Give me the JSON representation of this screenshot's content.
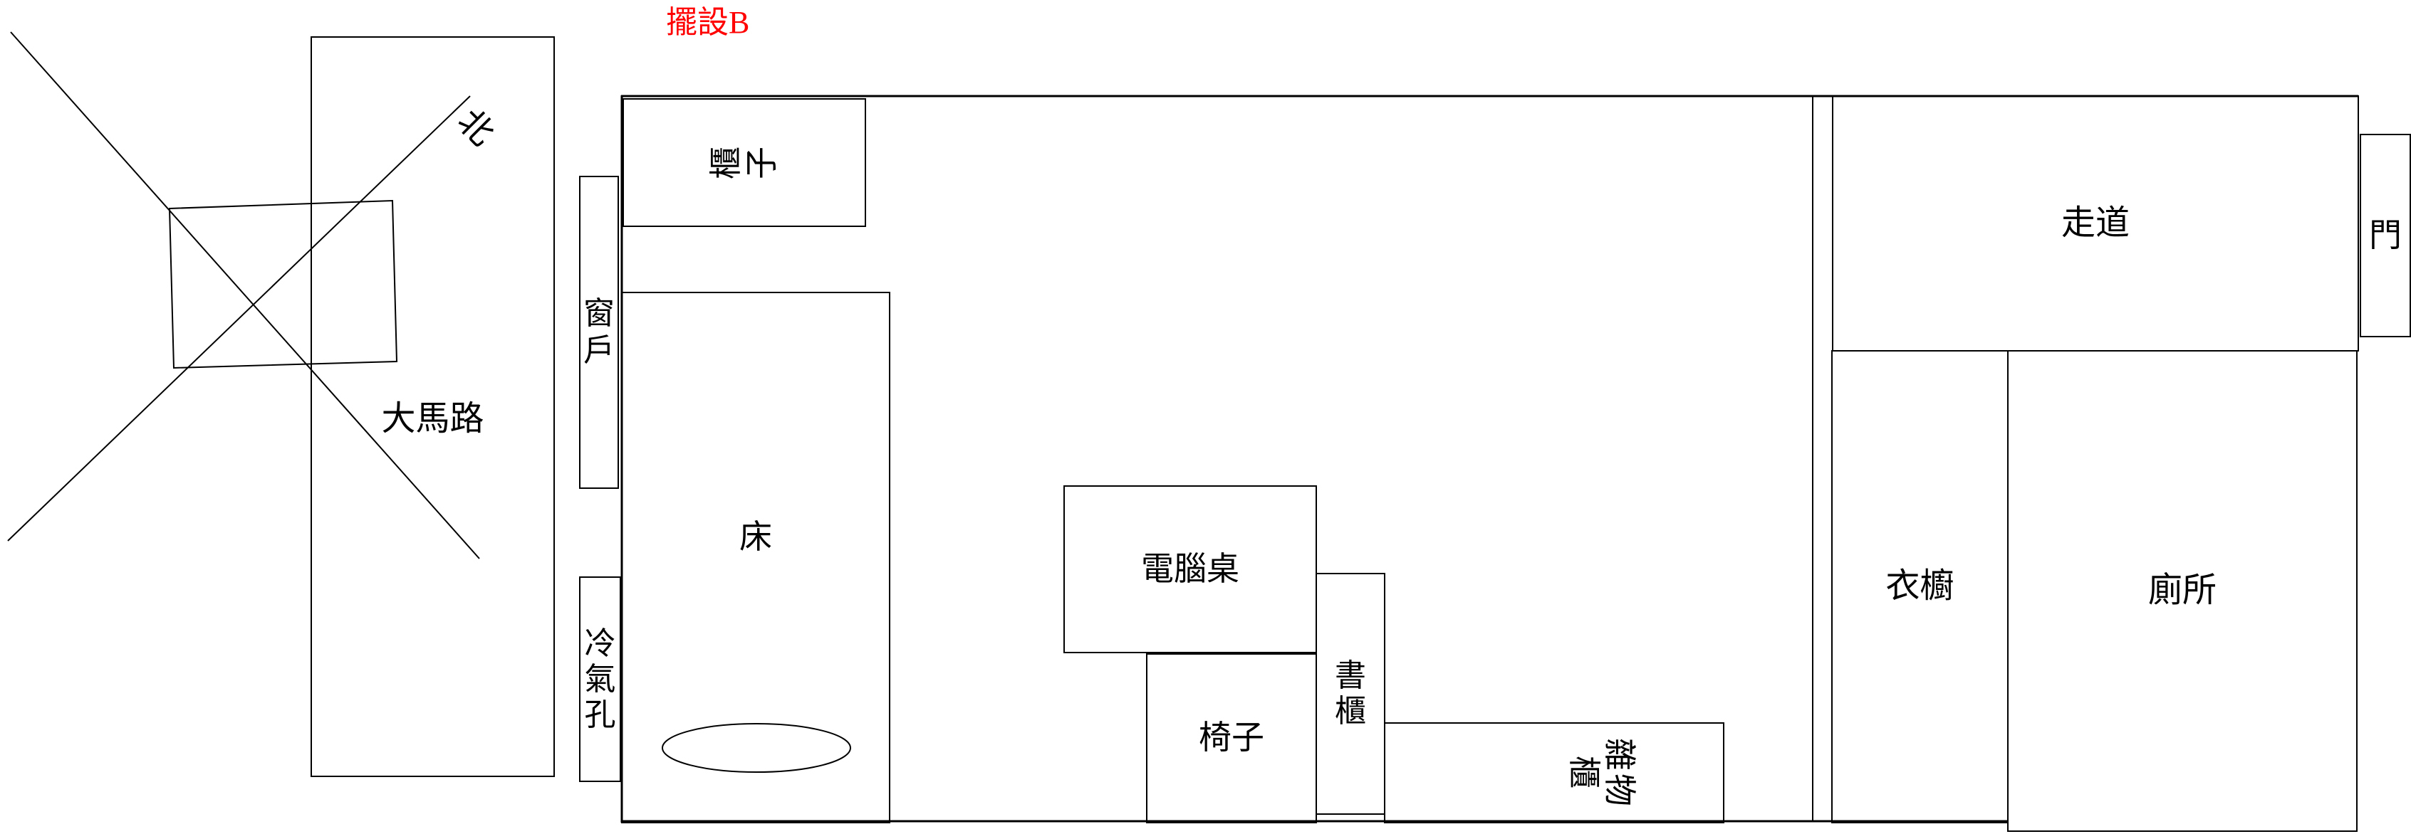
{
  "title_label": "擺設B",
  "colors": {
    "accent_red": "#FF0000",
    "line": "#000000",
    "background": "#FFFFFF"
  },
  "compass": {
    "north_label": "北"
  },
  "road": {
    "label": "大馬路"
  },
  "room": {
    "cabinet": {
      "chars": [
        "櫃",
        "子"
      ]
    },
    "window": {
      "chars": [
        "窗",
        "戶"
      ]
    },
    "ac_vent": {
      "chars": [
        "冷",
        "氣",
        "孔"
      ]
    },
    "bed": {
      "label": "床"
    },
    "desk": {
      "label": "電腦桌"
    },
    "chair": {
      "label": "椅子"
    },
    "bookcase": {
      "chars": [
        "書",
        "櫃"
      ]
    },
    "storage": {
      "chars": [
        "雜",
        "物",
        "櫃"
      ]
    },
    "walkway": {
      "label": "走道"
    },
    "door": {
      "label": "門"
    },
    "wardrobe": {
      "label": "衣櫥"
    },
    "toilet": {
      "label": "廁所"
    }
  }
}
